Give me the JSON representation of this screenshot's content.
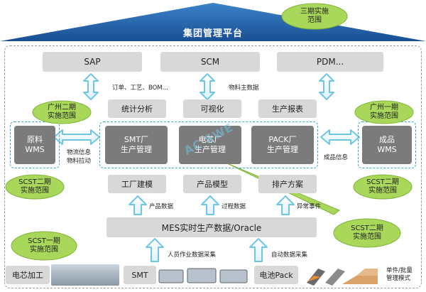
{
  "header": {
    "platform_title": "集团管理平台",
    "phase3_bubble": [
      "三期实施",
      "范围"
    ]
  },
  "top_systems": {
    "sap": "SAP",
    "scm": "SCM",
    "pdm": "PDM..."
  },
  "top_labels": {
    "order_process_bom": "订单、工艺、BOM...",
    "material_master": "物料主数据"
  },
  "analytics": {
    "stats": "统计分析",
    "visualization": "可视化",
    "report": "生产报表"
  },
  "wms": {
    "raw": [
      "原料",
      "WMS"
    ],
    "finished": [
      "成品",
      "WMS"
    ],
    "raw_link_label": [
      "物流信息",
      "物料拉动"
    ],
    "finished_link_label": "成品信息"
  },
  "factories": {
    "smt": [
      "SMT厂",
      "生产管理"
    ],
    "cell": [
      "电芯厂",
      "生产管理"
    ],
    "pack": [
      "PACK厂",
      "生产管理"
    ]
  },
  "modeling": {
    "factory": "工厂建模",
    "product": "产品模型",
    "solution": "排产方案"
  },
  "data_labels": {
    "product_data": "产品数据",
    "process_data": "过程数据",
    "exception_event": "异常事件"
  },
  "mes": "MES实时生产数据/Oracle",
  "collect_labels": {
    "manual": "人员作业数据采集",
    "auto": "自动数据采集"
  },
  "bottom": {
    "cell": "电芯加工",
    "smt": "SMT",
    "pack": "电池Pack",
    "single_batch": [
      "单件/批量",
      "管理模式"
    ]
  },
  "bubbles": {
    "gz2": [
      "广州二期",
      "实施范围"
    ],
    "gz1": [
      "广州一期",
      "实施范围"
    ],
    "scst2_left": [
      "SCST二期",
      "实施范围"
    ],
    "scst2_right": [
      "SCST二期",
      "实施范围"
    ],
    "scst2_mid": [
      "SCST二期",
      "实施范围"
    ],
    "scst1": [
      "SCST一期",
      "实施范围"
    ]
  },
  "watermark": "AC SWE",
  "colors": {
    "roof": "#1f5fa8",
    "bubble": "#a8d75a",
    "arrow": "#6ec6e6",
    "dark_box": "#7b7b7b",
    "light_box": "#d8d8d8"
  }
}
